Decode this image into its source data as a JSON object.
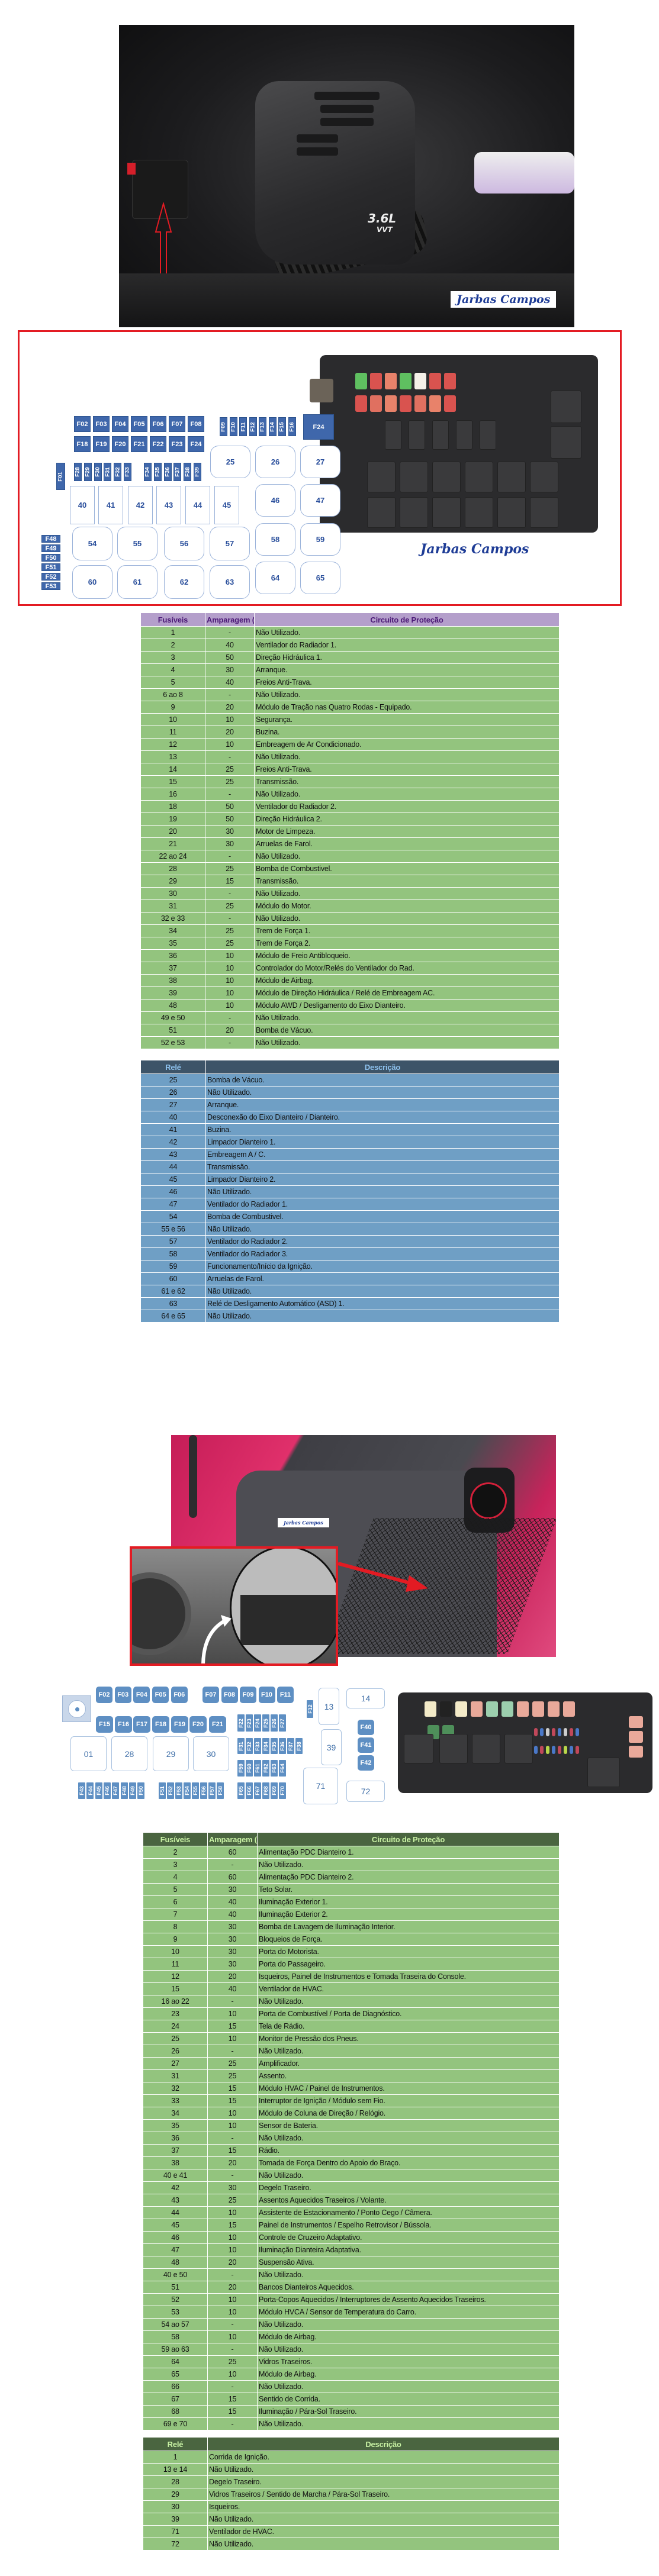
{
  "photo1": {
    "engine_badge": "3.6L",
    "engine_badge_sub": "VVT",
    "watermark": "Jarbas Campos"
  },
  "diagram1": {
    "row_top": [
      "F02",
      "F03",
      "F04",
      "F05",
      "F06",
      "F07",
      "F08"
    ],
    "row_second": [
      "F18",
      "F19",
      "F20",
      "F21",
      "F22",
      "F23",
      "F24"
    ],
    "vertical_top": [
      "F09",
      "F10",
      "F11",
      "F12",
      "F13",
      "F14",
      "F15",
      "F16"
    ],
    "big_fuse": "F24",
    "f01": "F01",
    "mid_left": [
      "F28",
      "F29",
      "F30",
      "F31",
      "F32",
      "F33"
    ],
    "mid_right": [
      "F34",
      "F35",
      "F36",
      "F37",
      "F38",
      "F39"
    ],
    "relays_square": [
      "40",
      "41",
      "42",
      "43",
      "44",
      "45"
    ],
    "relays_top": [
      "25",
      "26",
      "27"
    ],
    "relays_mid": [
      "46",
      "47"
    ],
    "relays_row54": [
      "54",
      "55",
      "56",
      "57"
    ],
    "relays_5859": [
      "58",
      "59"
    ],
    "relays_row60": [
      "60",
      "61",
      "62",
      "63"
    ],
    "relays_6465": [
      "64",
      "65"
    ],
    "side_fuses": [
      "F48",
      "F49",
      "F50",
      "F51",
      "F52",
      "F53"
    ],
    "watermark": "Jarbas Campos"
  },
  "table1": {
    "headers": [
      "Fusíveis",
      "Amparagem (A)",
      "Circuito de Proteção"
    ],
    "rows": [
      [
        "1",
        "-",
        "Não Utilizado."
      ],
      [
        "2",
        "40",
        "Ventilador do Radiador 1."
      ],
      [
        "3",
        "50",
        "Direção Hidráulica 1."
      ],
      [
        "4",
        "30",
        "Arranque."
      ],
      [
        "5",
        "40",
        "Freios Anti-Trava."
      ],
      [
        "6 ao 8",
        "-",
        "Não Utilizado."
      ],
      [
        "9",
        "20",
        "Módulo de Tração nas Quatro Rodas - Equipado."
      ],
      [
        "10",
        "10",
        "Segurança."
      ],
      [
        "11",
        "20",
        "Buzina."
      ],
      [
        "12",
        "10",
        "Embreagem de Ar Condicionado."
      ],
      [
        "13",
        "-",
        "Não Utilizado."
      ],
      [
        "14",
        "25",
        "Freios Anti-Trava."
      ],
      [
        "15",
        "25",
        "Transmissão."
      ],
      [
        "16",
        "-",
        "Não Utilizado."
      ],
      [
        "18",
        "50",
        "Ventilador do Radiador 2."
      ],
      [
        "19",
        "50",
        "Direção Hidráulica 2."
      ],
      [
        "20",
        "30",
        "Motor de Limpeza."
      ],
      [
        "21",
        "30",
        "Arruelas de Farol."
      ],
      [
        "22 ao 24",
        "-",
        "Não Utilizado."
      ],
      [
        "28",
        "25",
        "Bomba de Combustivel."
      ],
      [
        "29",
        "15",
        "Transmissão."
      ],
      [
        "30",
        "-",
        "Não Utilizado."
      ],
      [
        "31",
        "25",
        "Módulo do Motor."
      ],
      [
        "32 e 33",
        "-",
        "Não Utilizado."
      ],
      [
        "34",
        "25",
        "Trem de Força 1."
      ],
      [
        "35",
        "25",
        "Trem de Força 2."
      ],
      [
        "36",
        "10",
        "Módulo de Freio Antibloqueio."
      ],
      [
        "37",
        "10",
        "Controlador do Motor/Relés do Ventilador do Rad."
      ],
      [
        "38",
        "10",
        "Módulo de Airbag."
      ],
      [
        "39",
        "10",
        "Módulo de Direção Hidráulica / Relé de Embreagem AC."
      ],
      [
        "48",
        "10",
        "Módulo AWD / Desligamento do Eixo Dianteiro."
      ],
      [
        "49 e 50",
        "-",
        "Não Utilizado."
      ],
      [
        "51",
        "20",
        "Bomba de Vácuo."
      ],
      [
        "52 e 53",
        "-",
        "Não Utilizado."
      ]
    ]
  },
  "table2": {
    "headers": [
      "Relé",
      "Descrição"
    ],
    "rows": [
      [
        "25",
        "Bomba de Vácuo."
      ],
      [
        "26",
        "Não Utilizado."
      ],
      [
        "27",
        "Arranque."
      ],
      [
        "40",
        "Desconexão do Eixo Dianteiro / Dianteiro."
      ],
      [
        "41",
        "Buzina."
      ],
      [
        "42",
        "Limpador Dianteiro 1."
      ],
      [
        "43",
        "Embreagem A / C."
      ],
      [
        "44",
        "Transmissão."
      ],
      [
        "45",
        "Limpador Dianteiro 2."
      ],
      [
        "46",
        "Não Utilizado."
      ],
      [
        "47",
        "Ventilador do Radiador 1."
      ],
      [
        "54",
        "Bomba de Combustivel."
      ],
      [
        "55 e 56",
        "Não Utilizado."
      ],
      [
        "57",
        "Ventilador do Radiador 2."
      ],
      [
        "58",
        "Ventilador do Radiador 3."
      ],
      [
        "59",
        "Funcionamento/Início da Ignição."
      ],
      [
        "60",
        "Arruelas de Farol."
      ],
      [
        "61 e 62",
        "Não Utilizado."
      ],
      [
        "63",
        "Relé de Desligamento Automático (ASD) 1."
      ],
      [
        "64 e 65",
        "Não Utilizado."
      ]
    ]
  },
  "photo2": {
    "watermark": "Jarbas Campos"
  },
  "diagram2": {
    "row_a1": [
      "F02",
      "F03",
      "F04",
      "F05",
      "F06"
    ],
    "row_a2": [
      "F07",
      "F08",
      "F09",
      "F10",
      "F11"
    ],
    "row_b": [
      "F15",
      "F16",
      "F17",
      "F18",
      "F19",
      "F20",
      "F21"
    ],
    "relays_big": [
      "01",
      "28",
      "29",
      "30"
    ],
    "v_22_27": [
      "F22",
      "F23",
      "F24",
      "F25",
      "F26",
      "F27"
    ],
    "v_31_38": [
      "F31",
      "F32",
      "F33",
      "F34",
      "F35",
      "F36",
      "F37",
      "F38"
    ],
    "v_59_64": [
      "F59",
      "F60",
      "F61",
      "F62",
      "F63",
      "F64"
    ],
    "v_65_70": [
      "F65",
      "F66",
      "F67",
      "F68",
      "F69",
      "F70"
    ],
    "v_43_50": [
      "F43",
      "F44",
      "F45",
      "F46",
      "F47",
      "F48",
      "F49",
      "F50"
    ],
    "v_51_58": [
      "F51",
      "F52",
      "F53",
      "F54",
      "F55",
      "F56",
      "F57",
      "F58"
    ],
    "f12": "F12",
    "relay_13": "13",
    "relay_14": "14",
    "relay_39": "39",
    "relay_71": "71",
    "relay_72": "72",
    "f40_42": [
      "F40",
      "F41",
      "F42"
    ]
  },
  "table3": {
    "headers": [
      "Fusíveis",
      "Amparagem (A)",
      "Circuito de Proteção"
    ],
    "rows": [
      [
        "2",
        "60",
        "Alimentação PDC Dianteiro 1."
      ],
      [
        "3",
        "-",
        "Não Utilizado."
      ],
      [
        "4",
        "60",
        "Alimentação PDC Dianteiro 2."
      ],
      [
        "5",
        "30",
        "Teto Solar."
      ],
      [
        "6",
        "40",
        "Iluminação Exterior 1."
      ],
      [
        "7",
        "40",
        "Iluminação Exterior 2."
      ],
      [
        "8",
        "30",
        "Bomba de Lavagem de Iluminação Interior."
      ],
      [
        "9",
        "30",
        "Bloqueios de Força."
      ],
      [
        "10",
        "30",
        "Porta do Motorista."
      ],
      [
        "11",
        "30",
        "Porta do Passageiro."
      ],
      [
        "12",
        "20",
        "Isqueiros, Painel de Instrumentos e Tomada Traseira do Console."
      ],
      [
        "15",
        "40",
        "Ventilador de HVAC."
      ],
      [
        "16 ao 22",
        "-",
        "Não Utilizado."
      ],
      [
        "23",
        "10",
        "Porta de Combustível / Porta de Diagnóstico."
      ],
      [
        "24",
        "15",
        "Tela de Rádio."
      ],
      [
        "25",
        "10",
        "Monitor de Pressão dos Pneus."
      ],
      [
        "26",
        "-",
        "Não Utilizado."
      ],
      [
        "27",
        "25",
        "Amplificador."
      ],
      [
        "31",
        "25",
        "Assento."
      ],
      [
        "32",
        "15",
        "Módulo HVAC / Painel de Instrumentos."
      ],
      [
        "33",
        "15",
        "Interruptor de Ignição / Módulo sem Fio."
      ],
      [
        "34",
        "10",
        "Módulo de Coluna de Direção / Relógio."
      ],
      [
        "35",
        "10",
        "Sensor de Bateria."
      ],
      [
        "36",
        "-",
        "Não Utilizado."
      ],
      [
        "37",
        "15",
        "Rádio."
      ],
      [
        "38",
        "20",
        "Tomada de Força Dentro do Apoio do Braço."
      ],
      [
        "40 e 41",
        "-",
        "Não Utilizado."
      ],
      [
        "42",
        "30",
        "Degelo Traseiro."
      ],
      [
        "43",
        "25",
        "Assentos Aquecidos Traseiros / Volante."
      ],
      [
        "44",
        "10",
        "Assistente de Estacionamento / Ponto Cego / Câmera."
      ],
      [
        "45",
        "15",
        "Painel de Instrumentos / Espelho Retrovisor / Bússola."
      ],
      [
        "46",
        "10",
        "Controle de Cruzeiro Adaptativo."
      ],
      [
        "47",
        "10",
        "Iluminação Dianteira Adaptativa."
      ],
      [
        "48",
        "20",
        "Suspensão Ativa."
      ],
      [
        "40 e 50",
        "-",
        "Não Utilizado."
      ],
      [
        "51",
        "20",
        "Bancos Dianteiros Aquecidos."
      ],
      [
        "52",
        "10",
        "Porta-Copos Aquecidos / Interruptores de Assento Aquecidos Traseiros."
      ],
      [
        "53",
        "10",
        "Módulo HVCA / Sensor de Temperatura do Carro."
      ],
      [
        "54 ao 57",
        "-",
        "Não Utilizado."
      ],
      [
        "58",
        "10",
        "Módulo de Airbag."
      ],
      [
        "59 ao 63",
        "-",
        "Não Utilizado."
      ],
      [
        "64",
        "25",
        "Vidros Traseiros."
      ],
      [
        "65",
        "10",
        "Módulo de Airbag."
      ],
      [
        "66",
        "-",
        "Não Utilizado."
      ],
      [
        "67",
        "15",
        "Sentido de Corrida."
      ],
      [
        "68",
        "15",
        "Iluminação / Pára-Sol Traseiro."
      ],
      [
        "69 e 70",
        "-",
        "Não Utilizado."
      ]
    ]
  },
  "table4": {
    "headers": [
      "Relé",
      "Descrição"
    ],
    "rows": [
      [
        "1",
        "Corrida de Ignição."
      ],
      [
        "13 e 14",
        "Não Utilizado."
      ],
      [
        "28",
        "Degelo Traseiro."
      ],
      [
        "29",
        "Vidros Traseiros / Sentido de Marcha / Pára-Sol Traseiro."
      ],
      [
        "30",
        "Isqueiros."
      ],
      [
        "39",
        "Não Utilizado."
      ],
      [
        "71",
        "Ventilador de HVAC."
      ],
      [
        "72",
        "Não Utilizado."
      ]
    ]
  }
}
